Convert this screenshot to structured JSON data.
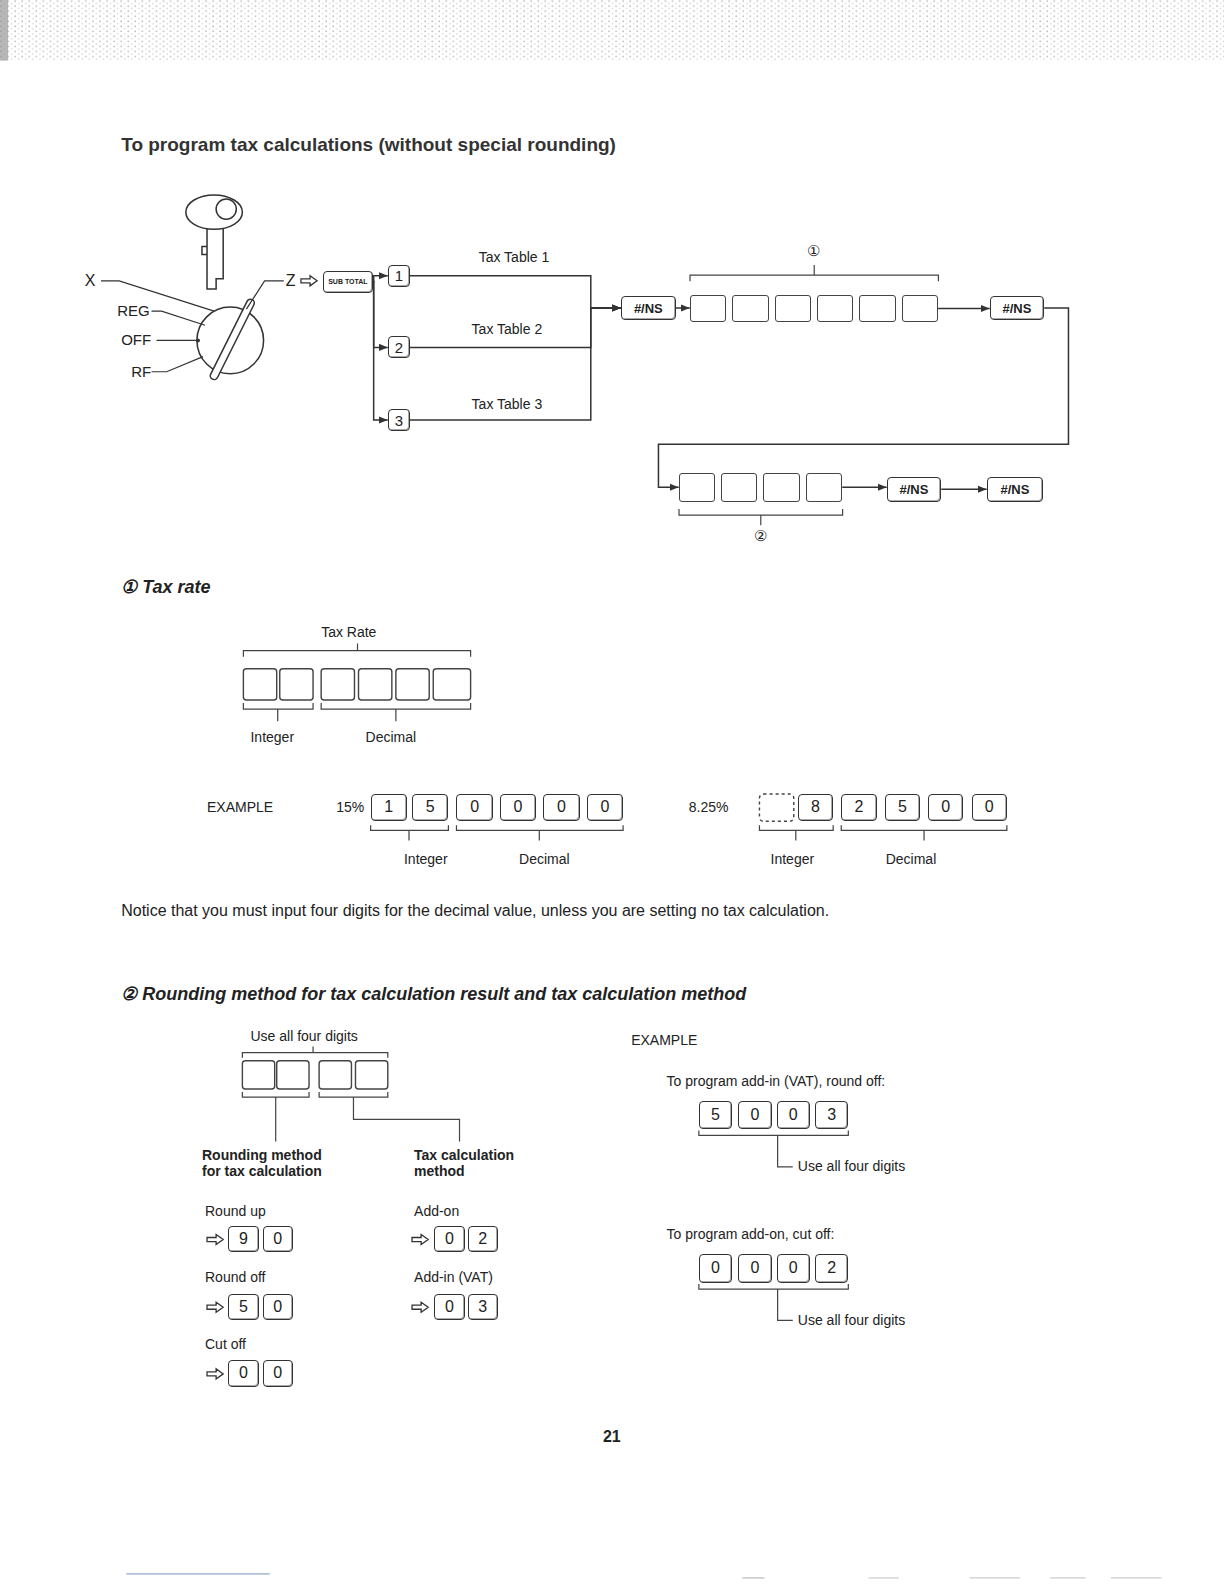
{
  "diagram": {
    "title": "To program tax calculations (without special rounding)",
    "nodes": [
      {
        "text": [
          "SUB TOTAL"
        ]
      },
      {
        "text": [
          "Tax Table 1",
          "1"
        ]
      },
      {
        "text": [
          "Tax Table 2",
          "2"
        ]
      },
      {
        "text": [
          "Tax Table 3",
          "3"
        ]
      },
      {
        "text": [
          "#/NS"
        ]
      },
      {
        "text": [
          "①"
        ]
      },
      {
        "text": [
          "#/NS"
        ]
      },
      {
        "text": [
          "②"
        ]
      },
      {
        "text": [
          "#/NS"
        ]
      },
      {
        "text": [
          "#/NS"
        ]
      }
    ],
    "edges": [
      {
        "from": 0,
        "to": 1,
        "arrow": "to"
      },
      {
        "from": 0,
        "to": 2,
        "arrow": "to"
      },
      {
        "from": 0,
        "to": 3,
        "arrow": "to"
      },
      {
        "from": 1,
        "to": 4,
        "arrow": "to"
      },
      {
        "from": 2,
        "to": 4,
        "arrow": "to"
      },
      {
        "from": 3,
        "to": 4,
        "arrow": "to"
      },
      {
        "from": 4,
        "to": 5,
        "arrow": "to"
      },
      {
        "from": 5,
        "to": 6,
        "arrow": "to"
      },
      {
        "from": 6,
        "to": 7,
        "arrow": "to"
      },
      {
        "from": 7,
        "to": 8,
        "arrow": "to"
      },
      {
        "from": 8,
        "to": 9,
        "arrow": "to"
      }
    ],
    "labels": [
      "X",
      "Z",
      "REG",
      "OFF",
      "RF",
      "① Tax rate",
      "Tax Rate",
      "Integer",
      "Decimal",
      "EXAMPLE",
      "15%",
      "1",
      "5",
      "0",
      "0",
      "0",
      "0",
      "Integer",
      "Decimal",
      "8.25%",
      "8",
      "2",
      "5",
      "0",
      "0",
      "Integer",
      "Decimal",
      "Notice that you must input four digits for the decimal value, unless you are setting no tax calculation.",
      "② Rounding method for tax calculation result and tax calculation method",
      "Use all four digits",
      "Rounding method for tax calculation",
      "Tax calculation method",
      "Round up",
      "9",
      "0",
      "Round off",
      "5",
      "0",
      "Cut off",
      "0",
      "0",
      "Add-on",
      "0",
      "2",
      "Add-in (VAT)",
      "0",
      "3",
      "EXAMPLE",
      "To program add-in (VAT), round off:",
      "5",
      "0",
      "0",
      "3",
      "Use all four digits",
      "To program add-on, cut off:",
      "0",
      "0",
      "0",
      "2",
      "Use all four digits",
      "21"
    ]
  }
}
